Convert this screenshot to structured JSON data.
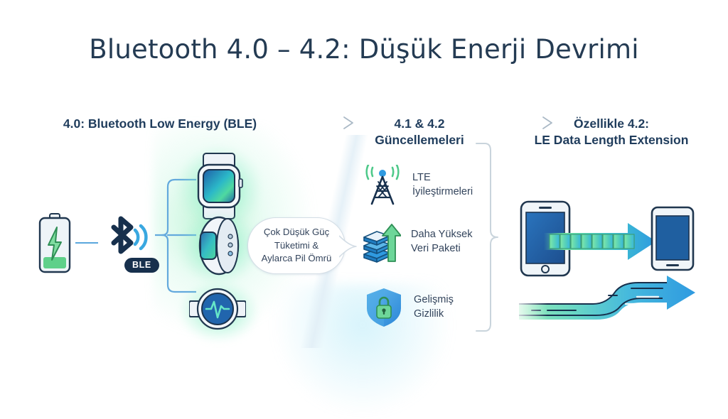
{
  "title": "Bluetooth 4.0 – 4.2: Düşük Enerji Devrimi",
  "columns": {
    "left": {
      "heading": "4.0: Bluetooth Low Energy (BLE)"
    },
    "middle": {
      "heading_line1": "4.1 & 4.2",
      "heading_line2": "Güncellemeleri"
    },
    "right": {
      "heading_line1": "Özellikle 4.2:",
      "heading_line2": "LE Data Length Extension"
    }
  },
  "left_section": {
    "battery_icon": "battery-charging-icon",
    "bluetooth_icon": "bluetooth-signal-icon",
    "ble_badge": "BLE",
    "devices": [
      {
        "icon": "smartwatch-icon",
        "name": "smartwatch"
      },
      {
        "icon": "fitness-band-icon",
        "name": "fitness-band"
      },
      {
        "icon": "heart-rate-monitor-icon",
        "name": "heart-rate-monitor"
      }
    ],
    "callout": {
      "line1": "Çok Düşük Güç",
      "line2": "Tüketimi &",
      "line3": "Aylarca Pil Ömrü"
    }
  },
  "middle_section": {
    "features": [
      {
        "icon": "cell-tower-icon",
        "line1": "LTE",
        "line2": "İyileştirmeleri"
      },
      {
        "icon": "data-stack-arrow-icon",
        "line1": "Daha Yüksek",
        "line2": "Veri Paketi"
      },
      {
        "icon": "shield-lock-icon",
        "line1": "Gelişmiş",
        "line2": "Gizlilik"
      }
    ]
  },
  "right_section": {
    "source_phone_icon": "smartphone-icon",
    "target_phone_icon": "tablet-icon",
    "packet_arrow_icon": "data-packet-arrow-icon",
    "packet_segments": 8,
    "speed_arrow_icon": "bandwidth-speed-arrow-icon"
  },
  "flow_arrows": [
    {
      "name": "arrow-left-to-middle"
    },
    {
      "name": "arrow-middle-to-right"
    }
  ],
  "colors": {
    "title_navy": "#243b53",
    "heading_navy": "#1f3c5c",
    "body_slate": "#33445c",
    "accent_blue": "#2f9ae0",
    "accent_green": "#5fd08a",
    "dark_navy": "#17304d",
    "bracket_blue": "#63a9dd",
    "bracket_gray": "#c9d4dc"
  }
}
